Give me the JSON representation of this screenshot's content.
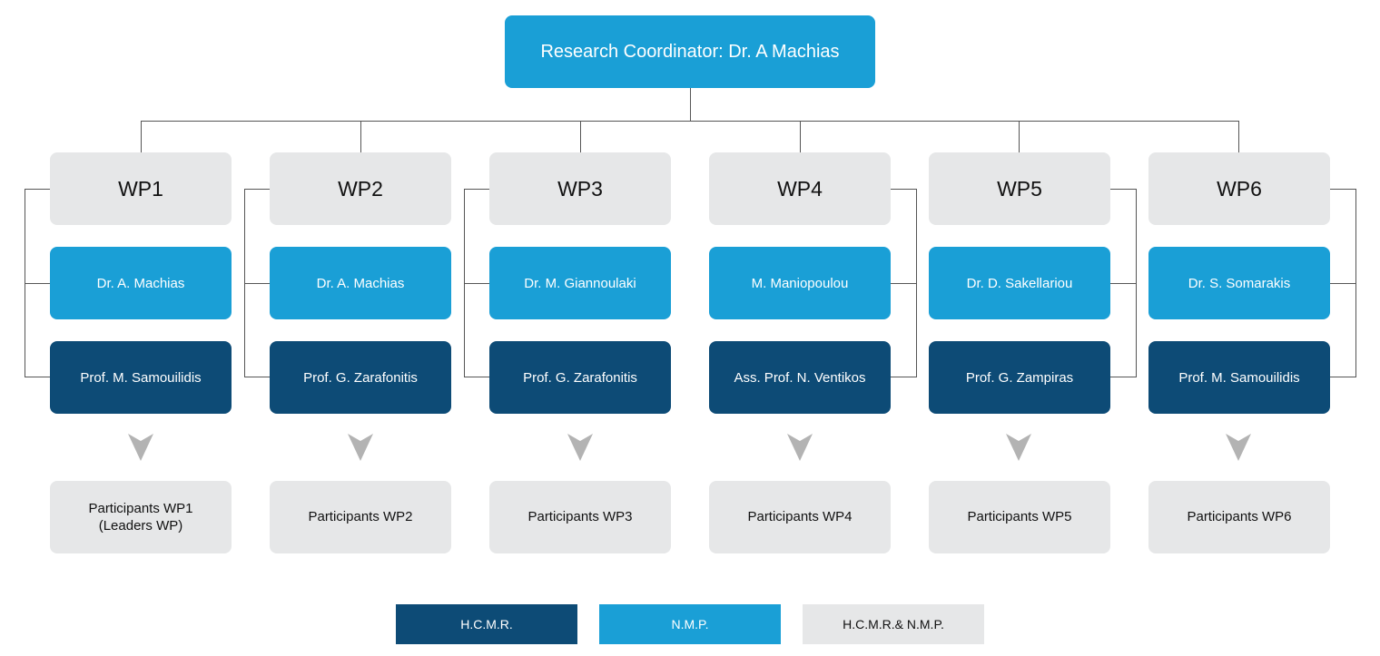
{
  "root": {
    "label": "Research Coordinator: Dr. A Machias"
  },
  "work_packages": [
    {
      "wp": "WP1",
      "nmp_lead": "Dr. A. Machias",
      "hcmr_lead": "Prof. M. Samouilidis",
      "participants": "Participants WP1\n(Leaders WP)"
    },
    {
      "wp": "WP2",
      "nmp_lead": "Dr. A. Machias",
      "hcmr_lead": "Prof. G. Zarafonitis",
      "participants": "Participants WP2"
    },
    {
      "wp": "WP3",
      "nmp_lead": "Dr. M. Giannoulaki",
      "hcmr_lead": "Prof. G. Zarafonitis",
      "participants": "Participants WP3"
    },
    {
      "wp": "WP4",
      "nmp_lead": "M. Maniopoulou",
      "hcmr_lead": "Ass. Prof. N. Ventikos",
      "participants": "Participants WP4"
    },
    {
      "wp": "WP5",
      "nmp_lead": "Dr. D. Sakellariou",
      "hcmr_lead": "Prof. G. Zampiras",
      "participants": "Participants WP5"
    },
    {
      "wp": "WP6",
      "nmp_lead": "Dr. S. Somarakis",
      "hcmr_lead": "Prof. M. Samouilidis",
      "participants": "Participants WP6"
    }
  ],
  "legend": [
    {
      "label": "H.C.M.R.",
      "color": "#0d4b76"
    },
    {
      "label": "N.M.P.",
      "color": "#1a9fd6"
    },
    {
      "label": "H.C.M.R.& N.M.P.",
      "color": "#e6e7e8"
    }
  ]
}
